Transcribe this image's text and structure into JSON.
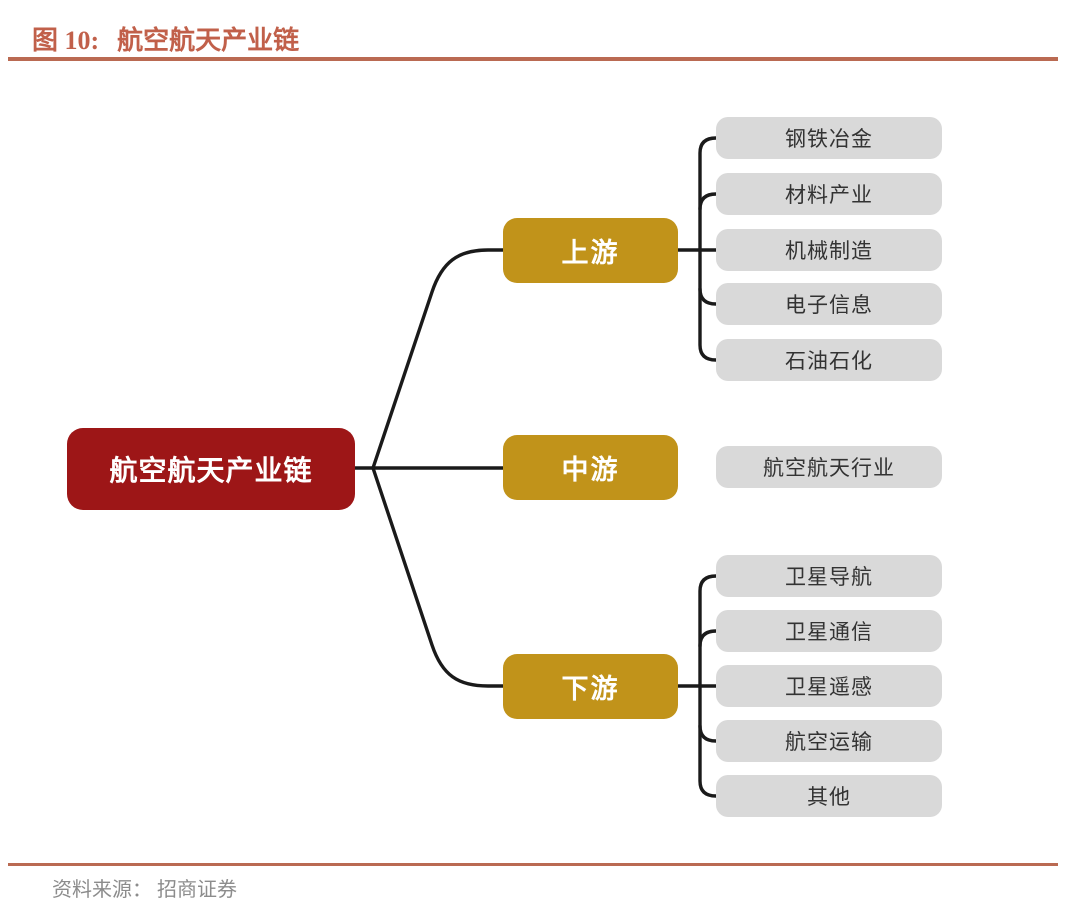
{
  "figure": {
    "label_prefix": "图 10:",
    "title": "航空航天产业链"
  },
  "diagram": {
    "type": "industry-chain-tree",
    "root": {
      "label": "航空航天产业链"
    },
    "branches": [
      {
        "label": "上游",
        "children": [
          "钢铁冶金",
          "材料产业",
          "机械制造",
          "电子信息",
          "石油石化"
        ]
      },
      {
        "label": "中游",
        "children": [
          "航空航天行业"
        ]
      },
      {
        "label": "下游",
        "children": [
          "卫星导航",
          "卫星通信",
          "卫星遥感",
          "航空运输",
          "其他"
        ]
      }
    ]
  },
  "footer": {
    "source": "资料来源： 招商证券"
  },
  "colors": {
    "root_box": "#9D1617",
    "stage_box": "#C1931A",
    "leaf_box": "#D9D9D9",
    "title_accent": "#C1604A",
    "rule_accent": "#BA6A52",
    "connector": "#1A1A1A",
    "source_text": "#8C8C8C"
  }
}
